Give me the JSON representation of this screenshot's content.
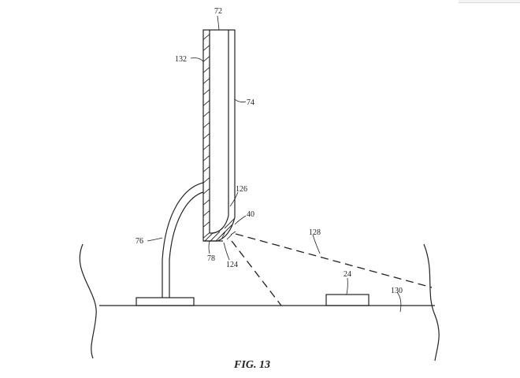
{
  "figure": {
    "caption": "FIG. 13",
    "refs": {
      "r72": "72",
      "r132": "132",
      "r74": "74",
      "r126": "126",
      "r40": "40",
      "r128": "128",
      "r76": "76",
      "r78": "78",
      "r124": "124",
      "r24": "24",
      "r130": "130"
    }
  }
}
